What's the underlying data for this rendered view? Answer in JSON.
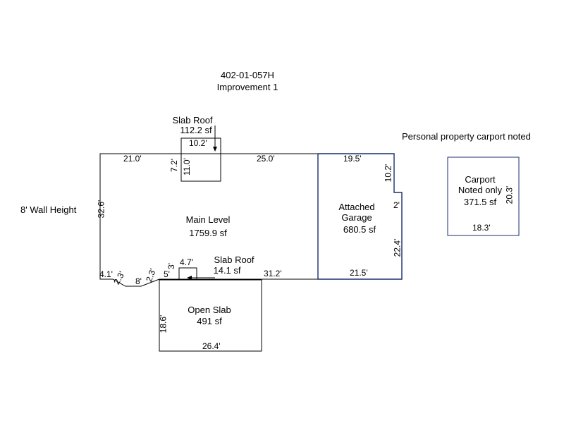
{
  "header": {
    "parcel_id": "402-01-057H",
    "improvement": "Improvement 1"
  },
  "notes": {
    "wall_height": "8' Wall Height",
    "carport_note": "Personal property carport noted"
  },
  "areas": {
    "main_level": {
      "name": "Main Level",
      "area": "1759.9 sf"
    },
    "garage": {
      "name_line1": "Attached",
      "name_line2": "Garage",
      "area": "680.5 sf"
    },
    "slab_roof_top": {
      "name": "Slab Roof",
      "area": "112.2 sf"
    },
    "slab_roof_bottom": {
      "name": "Slab Roof",
      "area": "14.1 sf"
    },
    "open_slab": {
      "name": "Open Slab",
      "area": "491 sf"
    },
    "carport": {
      "name_line1": "Carport",
      "name_line2": "Noted only",
      "area": "371.5 sf"
    }
  },
  "dimensions": {
    "main_top_left": "21.0'",
    "main_top_right": "25.0'",
    "main_left": "32.6'",
    "main_bottom_right": "31.2'",
    "notch_1": "4.1'",
    "notch_2": "2.3'",
    "notch_3": "8'",
    "notch_4": "2.3'",
    "notch_5": "5'",
    "slab_top_width": "10.2'",
    "slab_top_height_a": "7.2'",
    "slab_top_height_b": "11.0'",
    "slab_bottom_width": "4.7'",
    "slab_bottom_height": "3'",
    "garage_top": "19.5'",
    "garage_right_top": "10.2'",
    "garage_step": "2'",
    "garage_right": "22.4'",
    "garage_bottom": "21.5'",
    "open_slab_left": "18.6'",
    "open_slab_bottom": "26.4'",
    "carport_right": "20.3'",
    "carport_bottom": "18.3'"
  },
  "colors": {
    "outline": "#000000",
    "garage_outline": "#1a2e6e"
  }
}
